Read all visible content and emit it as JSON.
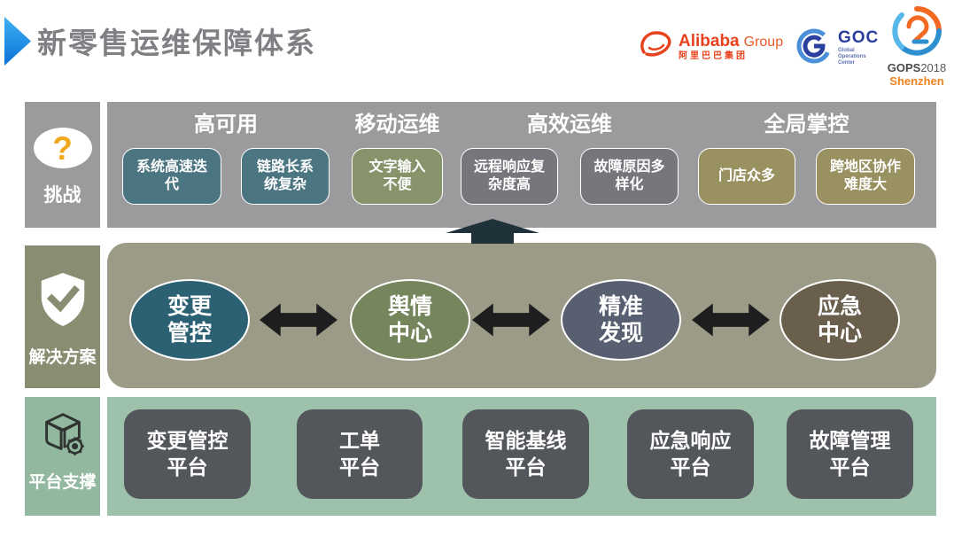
{
  "slide": {
    "title": "新零售运维保障体系"
  },
  "logos": {
    "alibaba": {
      "brand": "Alibaba",
      "suffix": "Group",
      "chinese": "阿里巴巴集团"
    },
    "goc": {
      "abbr": "GOC",
      "subtitle": "Global\nOperations\nCenter"
    },
    "gops": {
      "event": "GOPS",
      "year": "2018",
      "city": "Shenzhen"
    }
  },
  "challenges": {
    "label": "挑战",
    "groups": [
      {
        "header": "高可用",
        "items": [
          "系统高速迭\n代",
          "链路长系\n统复杂"
        ]
      },
      {
        "header": "移动运维",
        "items": [
          "文字输入\n不便"
        ]
      },
      {
        "header": "高效运维",
        "items": [
          "远程响应复\n杂度高",
          "故障原因多\n样化"
        ]
      },
      {
        "header": "全局掌控",
        "items": [
          "门店众多",
          "跨地区协作\n难度大"
        ]
      }
    ]
  },
  "solutions": {
    "label": "解决方案",
    "nodes": [
      "变更\n管控",
      "舆情\n中心",
      "精准\n发现",
      "应急\n中心"
    ]
  },
  "platforms": {
    "label": "平台支撑",
    "items": [
      "变更管控\n平台",
      "工单\n平台",
      "智能基线\n平台",
      "应急响应\n平台",
      "故障管理\n平台"
    ]
  },
  "colors": {
    "accent_blue": "#1E93EC",
    "band_gray": "#9B9B9D",
    "band_olive": "#9C9B87",
    "band_green": "#9DC1AA",
    "challenge_teal": "#4C7582",
    "challenge_olive": "#87946B",
    "challenge_gray": "#75777C",
    "challenge_khaki": "#9A9160",
    "node_teal": "#2C6174",
    "node_olive": "#75855C",
    "node_slate": "#575F70",
    "node_brown": "#6A5F4C",
    "platform_box": "#53565B",
    "arrow_black": "#1E1E1E",
    "alibaba_red": "#E8421D",
    "goc_blue": "#2B3F9E",
    "gops_orange": "#F0821E",
    "question_orange": "#F0A81E"
  }
}
